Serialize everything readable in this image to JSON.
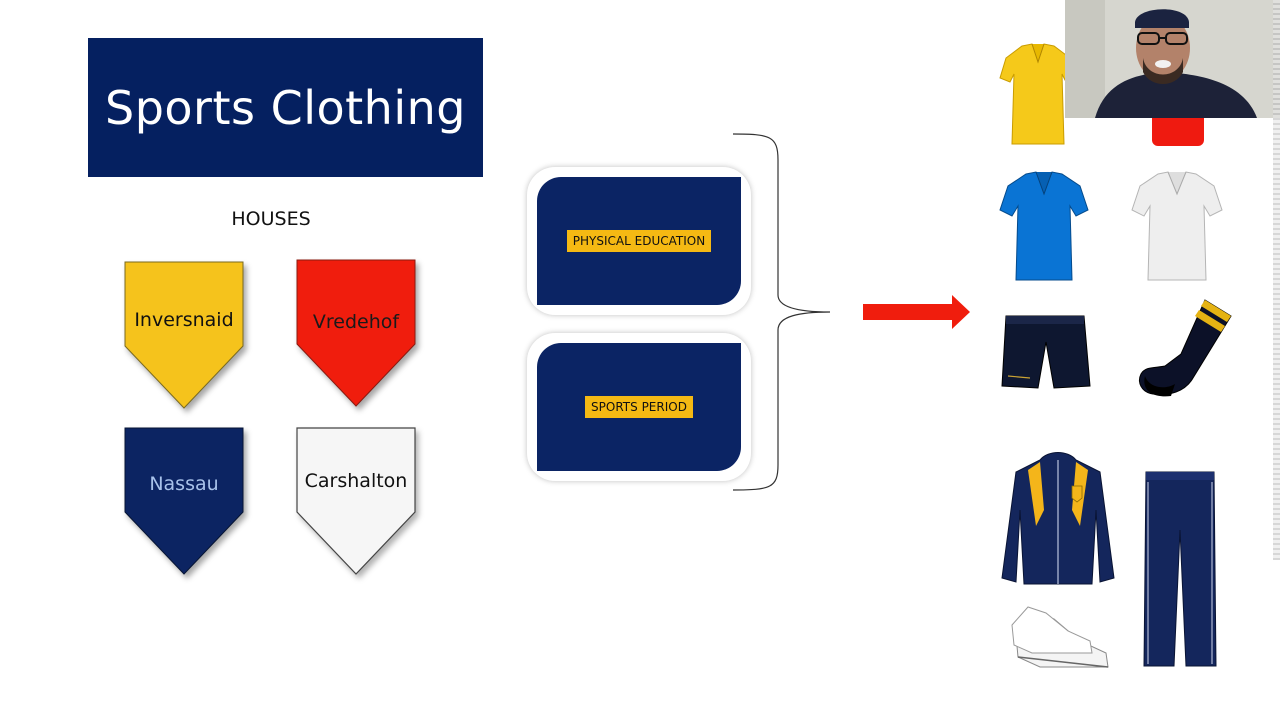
{
  "slide": {
    "title": "Sports Clothing",
    "houses_heading": "HOUSES",
    "houses": [
      {
        "name": "Inversnaid",
        "color": "#f5c31c",
        "text_color": "#111111"
      },
      {
        "name": "Vredehof",
        "color": "#f01d0d",
        "text_color": "#1a1a1a"
      },
      {
        "name": "Nassau",
        "color": "#0c2462",
        "text_color": "#a8c2ea"
      },
      {
        "name": "Carshalton",
        "color": "#f6f6f6",
        "text_color": "#111111"
      }
    ],
    "periods": [
      {
        "label": "PHYSICAL EDUCATION"
      },
      {
        "label": "SPORTS PERIOD"
      }
    ],
    "arrow_color": "#f01d0d",
    "clothing_items": [
      "yellow-polo-icon",
      "red-shirt-icon",
      "blue-polo-icon",
      "white-polo-icon",
      "navy-shorts-icon",
      "navy-socks-icon",
      "tracksuit-jacket-icon",
      "tracksuit-pants-icon",
      "white-sneakers-icon"
    ]
  },
  "colors": {
    "navy": "#052060",
    "gold": "#f5b913"
  }
}
